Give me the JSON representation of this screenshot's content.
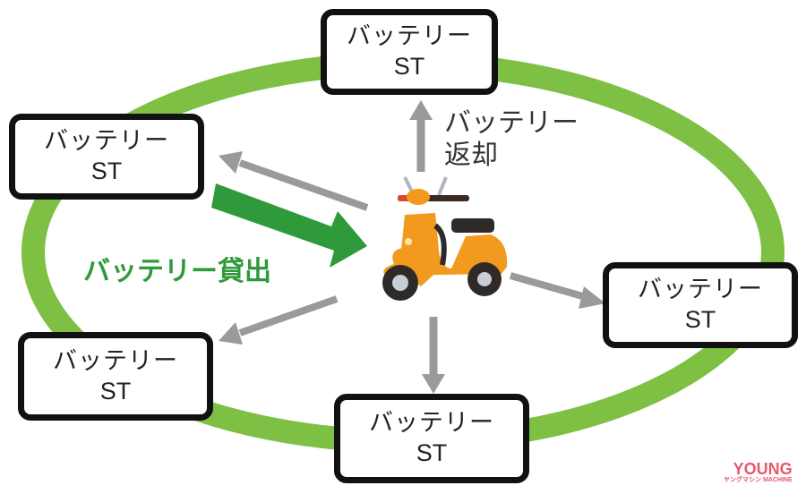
{
  "diagram": {
    "title": "Battery swap station network",
    "colors": {
      "ring": "#7dc043",
      "lend_arrow": "#2f9a3a",
      "gray_arrow": "#9a9a9a",
      "box_border": "#111111",
      "scooter_body": "#f29a1f"
    },
    "stations": [
      {
        "id": "top",
        "line1": "バッテリー",
        "line2": "ST"
      },
      {
        "id": "upper-left",
        "line1": "バッテリー",
        "line2": "ST"
      },
      {
        "id": "right",
        "line1": "バッテリー",
        "line2": "ST"
      },
      {
        "id": "lower-left",
        "line1": "バッテリー",
        "line2": "ST"
      },
      {
        "id": "bottom",
        "line1": "バッテリー",
        "line2": "ST"
      }
    ],
    "labels": {
      "return_line1": "バッテリー",
      "return_line2": "返却",
      "lend": "バッテリー貸出"
    },
    "center_icon": "scooter-icon",
    "watermark": {
      "main": "YOUNG",
      "sub": "MACHINE",
      "kana": "ヤングマシン"
    }
  }
}
